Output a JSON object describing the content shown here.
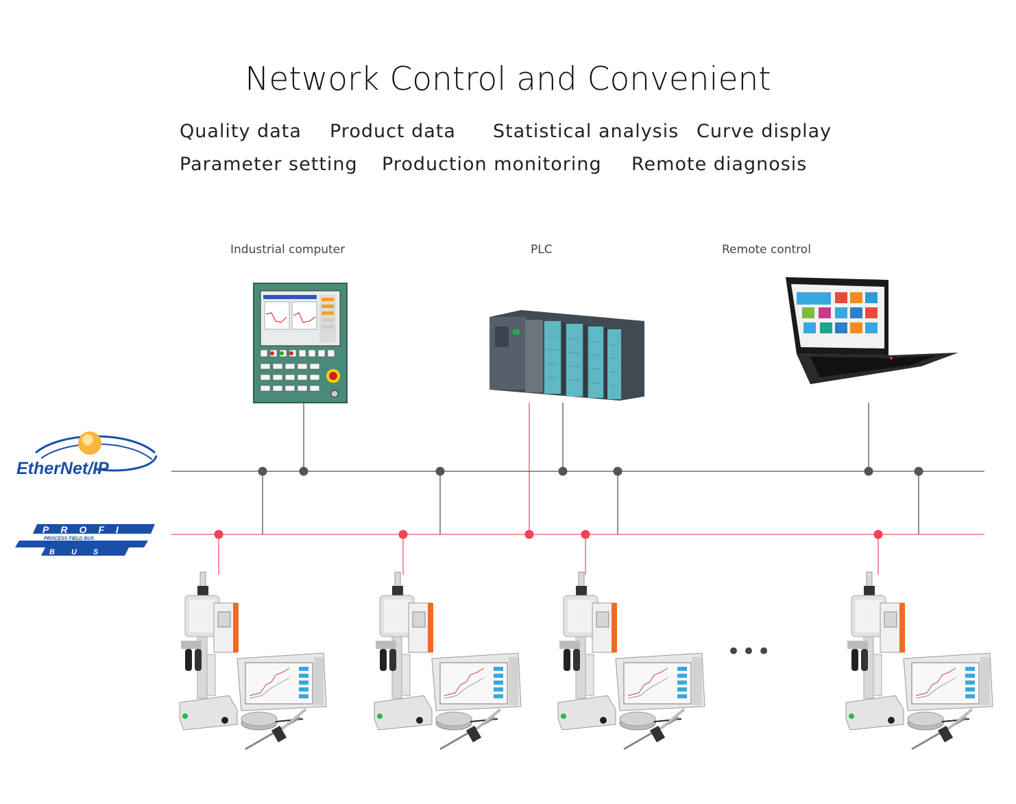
{
  "title": "Network Control and Convenient",
  "features": [
    "Quality data",
    "Product data",
    "Statistical analysis",
    "Curve display",
    "Parameter setting",
    "Production monitoring",
    "Remote diagnosis"
  ],
  "devices": {
    "industrial_computer": "Industrial computer",
    "plc": "PLC",
    "remote_control": "Remote control"
  },
  "networks": {
    "ethernet_ip_logo": "EtherNet/IP",
    "profibus_logo_top": "PROFI",
    "profibus_logo_middle": "PROCESS FIELD BUS",
    "profibus_logo_bottom": "BUS"
  },
  "ellipsis": "•••",
  "colors": {
    "ethernet_line": "#555555",
    "profibus_line": "#ee5566",
    "ethernet_node": "#555555",
    "profibus_node": "#ee4455",
    "profibus_blue": "#1a4fa8",
    "plc_module": "#5fb8c4",
    "hmi_panel": "#4a8a78",
    "laptop_tiles": "#3aa7e0"
  }
}
